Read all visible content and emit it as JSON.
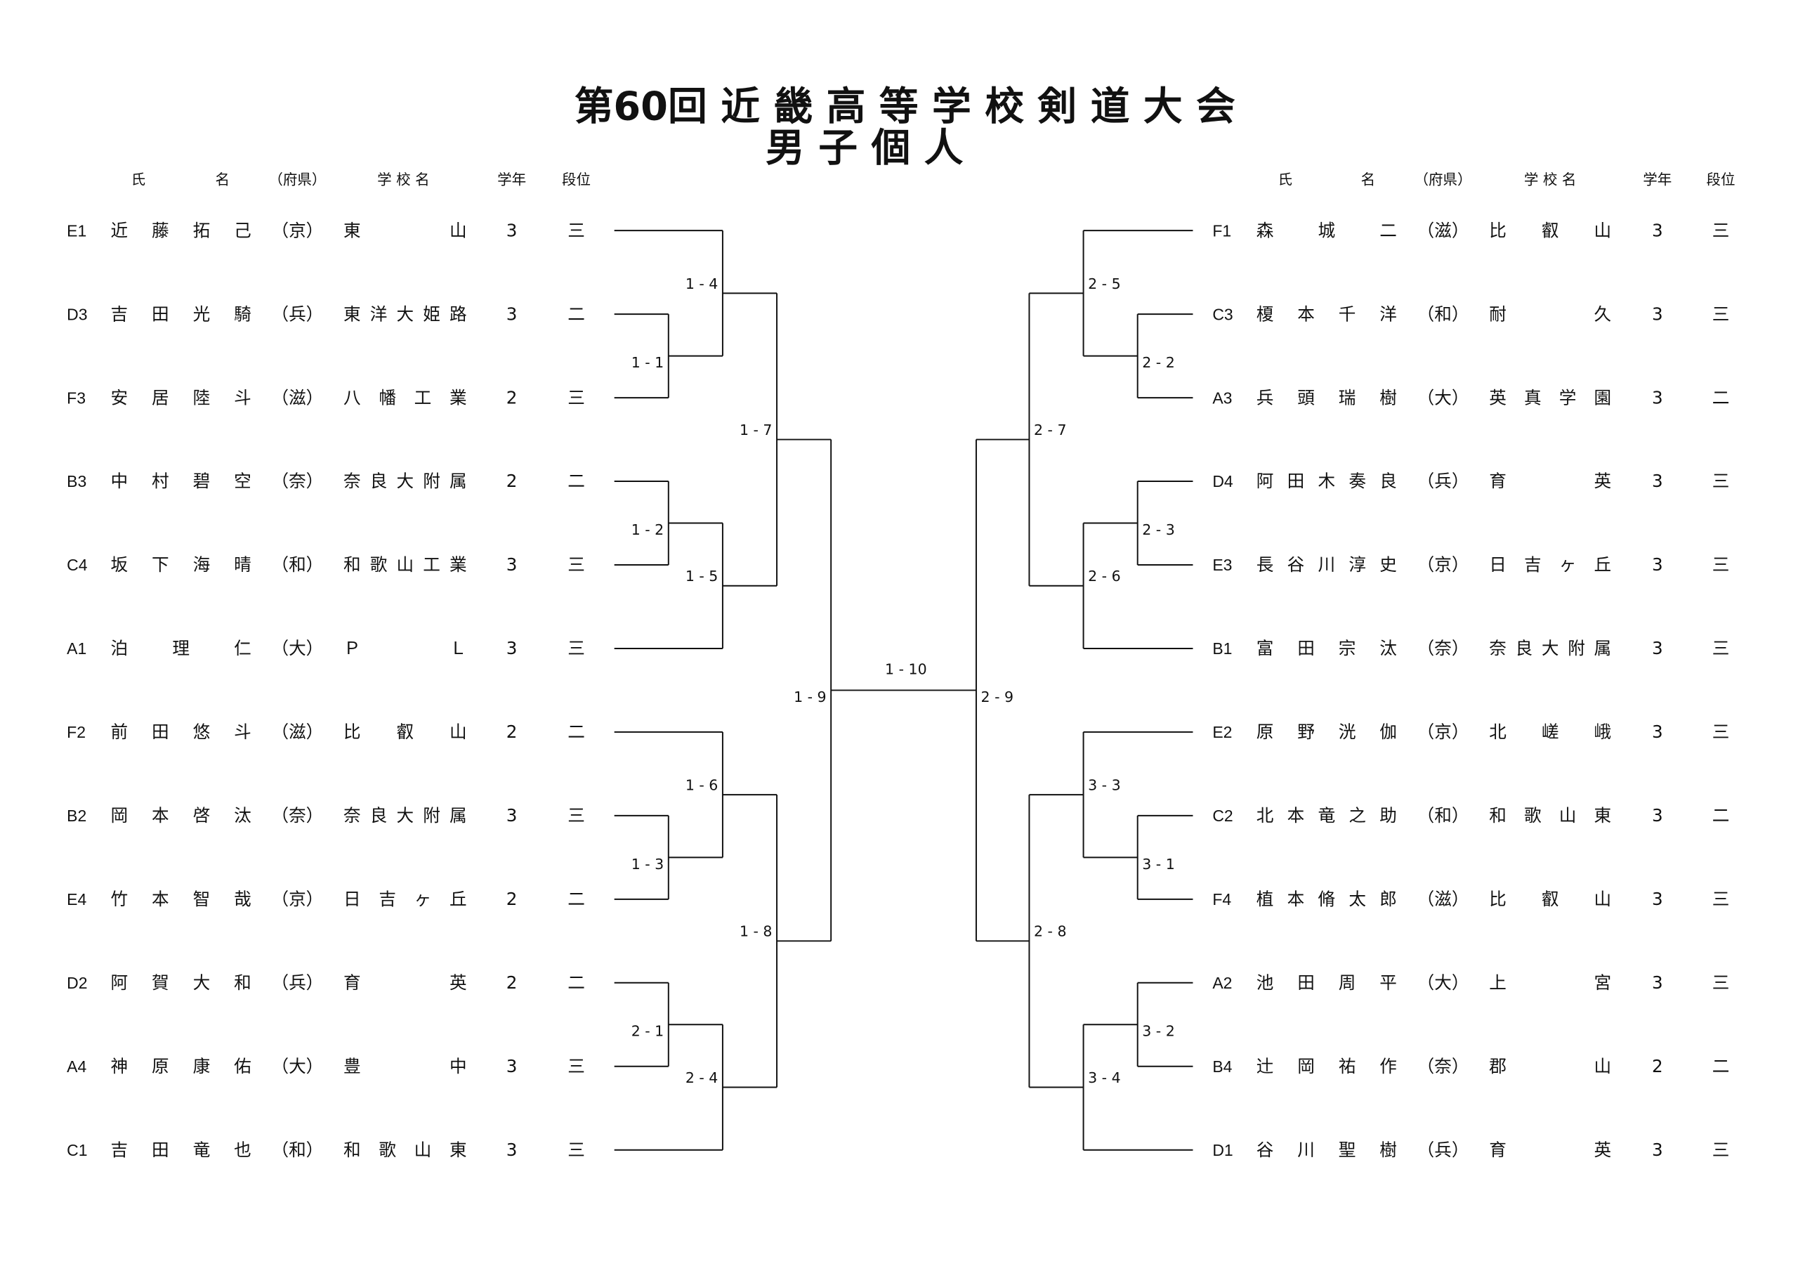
{
  "title": {
    "line1": "第60回 近 畿 高 等 学 校 剣 道 大 会",
    "line2": "男 子 個 人"
  },
  "headers": {
    "surname": "氏",
    "given": "名",
    "pref": "（府県）",
    "school": "学 校 名",
    "grade": "学年",
    "dan": "段位"
  },
  "left_players": [
    {
      "seed": "E1",
      "name": "近藤拓己",
      "pref": "（京）",
      "school": "東山",
      "grade": "3",
      "dan": "三"
    },
    {
      "seed": "D3",
      "name": "吉田光騎",
      "pref": "（兵）",
      "school": "東洋大姫路",
      "grade": "3",
      "dan": "二"
    },
    {
      "seed": "F3",
      "name": "安居陸斗",
      "pref": "（滋）",
      "school": "八幡工業",
      "grade": "2",
      "dan": "三"
    },
    {
      "seed": "B3",
      "name": "中村碧空",
      "pref": "（奈）",
      "school": "奈良大附属",
      "grade": "2",
      "dan": "二"
    },
    {
      "seed": "C4",
      "name": "坂下海晴",
      "pref": "（和）",
      "school": "和歌山工業",
      "grade": "3",
      "dan": "三"
    },
    {
      "seed": "A1",
      "name": "泊理仁",
      "pref": "（大）",
      "school": "ＰＬ",
      "grade": "3",
      "dan": "三"
    },
    {
      "seed": "F2",
      "name": "前田悠斗",
      "pref": "（滋）",
      "school": "比叡山",
      "grade": "2",
      "dan": "二"
    },
    {
      "seed": "B2",
      "name": "岡本啓汰",
      "pref": "（奈）",
      "school": "奈良大附属",
      "grade": "3",
      "dan": "三"
    },
    {
      "seed": "E4",
      "name": "竹本智哉",
      "pref": "（京）",
      "school": "日吉ヶ丘",
      "grade": "2",
      "dan": "二"
    },
    {
      "seed": "D2",
      "name": "阿賀大和",
      "pref": "（兵）",
      "school": "育英",
      "grade": "2",
      "dan": "二"
    },
    {
      "seed": "A4",
      "name": "神原康佑",
      "pref": "（大）",
      "school": "豊中",
      "grade": "3",
      "dan": "三"
    },
    {
      "seed": "C1",
      "name": "吉田竜也",
      "pref": "（和）",
      "school": "和歌山東",
      "grade": "3",
      "dan": "三"
    }
  ],
  "right_players": [
    {
      "seed": "F1",
      "name": "森城二",
      "pref": "（滋）",
      "school": "比叡山",
      "grade": "3",
      "dan": "三"
    },
    {
      "seed": "C3",
      "name": "榎本千洋",
      "pref": "（和）",
      "school": "耐久",
      "grade": "3",
      "dan": "三"
    },
    {
      "seed": "A3",
      "name": "兵頭瑞樹",
      "pref": "（大）",
      "school": "英真学園",
      "grade": "3",
      "dan": "二"
    },
    {
      "seed": "D4",
      "name": "阿田木奏良",
      "pref": "（兵）",
      "school": "育英",
      "grade": "3",
      "dan": "三"
    },
    {
      "seed": "E3",
      "name": "長谷川淳史",
      "pref": "（京）",
      "school": "日吉ヶ丘",
      "grade": "3",
      "dan": "三"
    },
    {
      "seed": "B1",
      "name": "富田宗汰",
      "pref": "（奈）",
      "school": "奈良大附属",
      "grade": "3",
      "dan": "三"
    },
    {
      "seed": "E2",
      "name": "原野洸伽",
      "pref": "（京）",
      "school": "北嵯峨",
      "grade": "3",
      "dan": "三"
    },
    {
      "seed": "C2",
      "name": "北本竜之助",
      "pref": "（和）",
      "school": "和歌山東",
      "grade": "3",
      "dan": "二"
    },
    {
      "seed": "F4",
      "name": "植本脩太郎",
      "pref": "（滋）",
      "school": "比叡山",
      "grade": "3",
      "dan": "三"
    },
    {
      "seed": "A2",
      "name": "池田周平",
      "pref": "（大）",
      "school": "上宮",
      "grade": "3",
      "dan": "三"
    },
    {
      "seed": "B4",
      "name": "辻岡祐作",
      "pref": "（奈）",
      "school": "郡山",
      "grade": "2",
      "dan": "二"
    },
    {
      "seed": "D1",
      "name": "谷川聖樹",
      "pref": "（兵）",
      "school": "育英",
      "grade": "3",
      "dan": "三"
    }
  ],
  "matches": {
    "left": {
      "r1": [
        "1 - 1",
        "1 - 2",
        "1 - 3",
        "2 - 1"
      ],
      "r2": [
        "1 - 4",
        "1 - 5",
        "1 - 6",
        "2 - 4"
      ],
      "r3": [
        "1 - 7",
        "1 - 8"
      ],
      "r4": "1 - 9"
    },
    "right": {
      "r1": [
        "2 - 2",
        "2 - 3",
        "3 - 1",
        "3 - 2"
      ],
      "r2": [
        "2 - 5",
        "2 - 6",
        "3 - 3",
        "3 - 4"
      ],
      "r3": [
        "2 - 7",
        "2 - 8"
      ],
      "r4": "2 - 9"
    },
    "final": "1 - 10"
  }
}
